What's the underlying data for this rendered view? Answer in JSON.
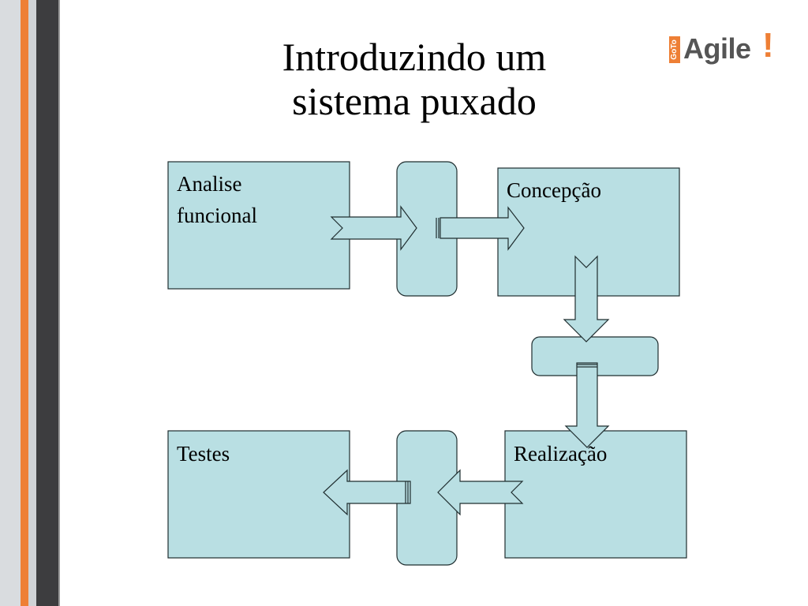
{
  "slide": {
    "title_line1": "Introduzindo um",
    "title_line2": "sistema puxado"
  },
  "logo": {
    "prefix": "GoTo",
    "name": "Agile",
    "mark": "!"
  },
  "diagram": {
    "boxes": {
      "analise_line1": "Analise",
      "analise_line2": "funcional",
      "concepcao": "Concepção",
      "realizacao": "Realização",
      "testes": "Testes"
    }
  },
  "colors": {
    "box_fill": "#b9dfe3",
    "box_stroke": "#1f2d2f",
    "accent_orange": "#ee7f35",
    "dark_stripe": "#3d3d3f"
  }
}
